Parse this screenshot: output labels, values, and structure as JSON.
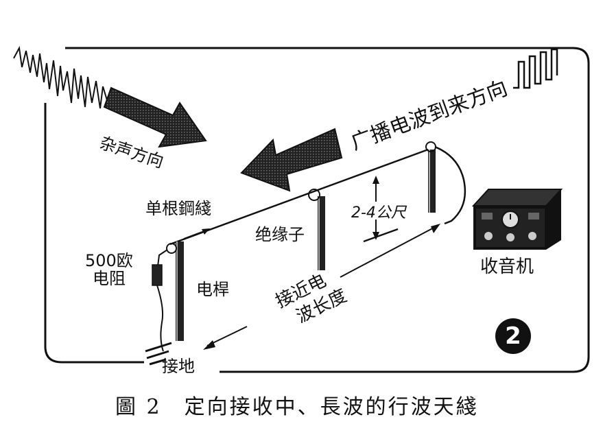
{
  "labels": {
    "noise_direction": "杂声方向",
    "broadcast_direction": "广播电波到来方向",
    "single_steel_wire": "单根鋼綫",
    "insulator": "绝缘子",
    "height": "2-4公尺",
    "resistor_value": "500欧",
    "resistor": "电阻",
    "pole": "电桿",
    "wire_length_line1": "接近电",
    "wire_length_line2": "波长度",
    "radio": "收音机",
    "ground": "接地"
  },
  "figure_number": "2",
  "caption": "圖 2　定向接收中、長波的行波天綫",
  "colors": {
    "ink": "#111111",
    "background": "#ffffff"
  }
}
